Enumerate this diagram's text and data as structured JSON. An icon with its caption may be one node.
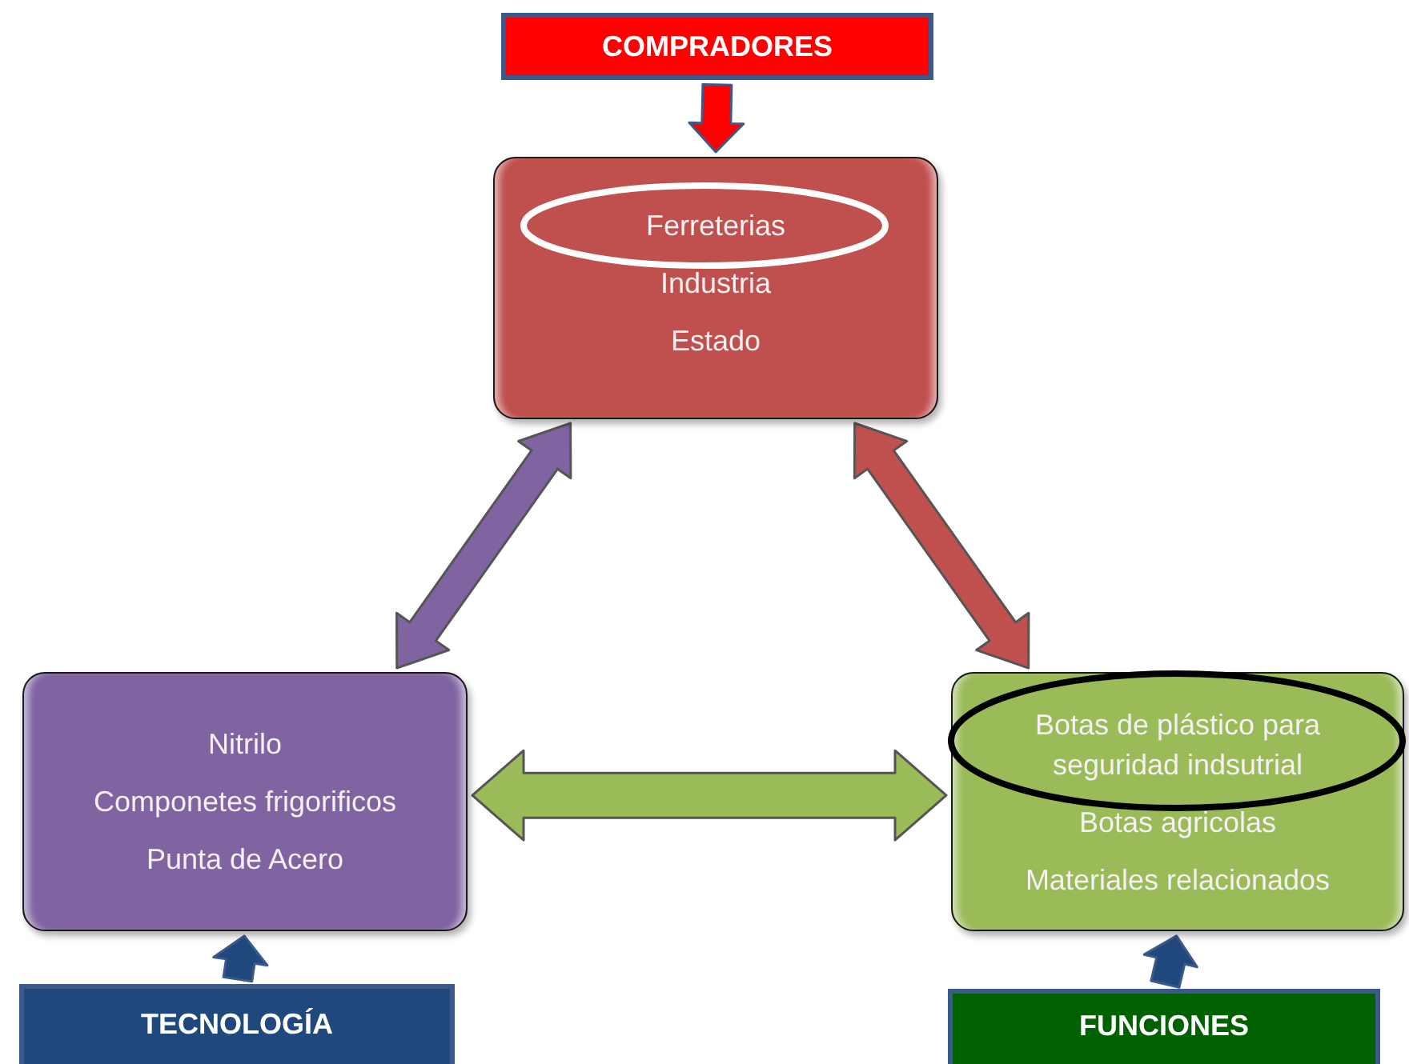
{
  "diagram": {
    "nodes": [
      {
        "text": [
          "COMPRADORES"
        ]
      },
      {
        "text": [
          "Ferreterias",
          "Industria",
          "Estado"
        ]
      },
      {
        "text": [
          "Nitrilo",
          "Componetes frigorificos",
          "Punta de Acero"
        ]
      },
      {
        "text": [
          "Botas de plástico para seguridad indsutrial",
          "Botas agricolas",
          "Materiales relacionados"
        ]
      },
      {
        "text": [
          "TECNOLOGÍA"
        ]
      },
      {
        "text": [
          "FUNCIONES"
        ]
      }
    ],
    "edges": [
      {
        "from": 0,
        "to": 1,
        "arrow": "to",
        "style": "thick",
        "color": "#ff0000"
      },
      {
        "from": 1,
        "to": 2,
        "arrow": "both",
        "style": "thick",
        "color": "#8064a2"
      },
      {
        "from": 1,
        "to": 3,
        "arrow": "both",
        "style": "thick",
        "color": "#c0504d"
      },
      {
        "from": 2,
        "to": 3,
        "arrow": "both",
        "style": "thick",
        "color": "#9bbb59"
      },
      {
        "from": 4,
        "to": 2,
        "arrow": "to",
        "style": "thick",
        "color": "#1f497d"
      },
      {
        "from": 5,
        "to": 3,
        "arrow": "to",
        "style": "thick",
        "color": "#1f497d"
      }
    ]
  }
}
